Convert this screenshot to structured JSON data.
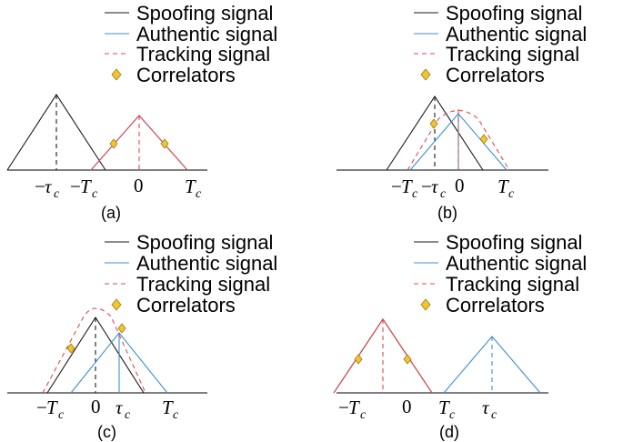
{
  "colors": {
    "spoofing": "#1a1a1a",
    "authentic": "#3b8fd4",
    "tracking": "#e0494d",
    "correlator_fill": "#f2c52e",
    "correlator_stroke": "#9a7a10",
    "axis": "#000000"
  },
  "legend": {
    "spoofing": "Spoofing signal",
    "authentic": "Authentic signal",
    "tracking": "Tracking signal",
    "correlators": "Correlators"
  },
  "panels": [
    {
      "id": "a",
      "caption": "(a)",
      "ticks": [
        {
          "minus": "−",
          "sym": "τ",
          "sub": "c"
        },
        {
          "minus": "−",
          "sym": "T",
          "sub": "c"
        },
        {
          "plain": "0"
        },
        {
          "sym": "T",
          "sub": "c"
        }
      ]
    },
    {
      "id": "b",
      "caption": "(b)",
      "ticks": [
        {
          "minus": "−",
          "sym": "T",
          "sub": "c"
        },
        {
          "minus": "−",
          "sym": "τ",
          "sub": "c"
        },
        {
          "plain": "0"
        },
        {
          "sym": "T",
          "sub": "c"
        }
      ]
    },
    {
      "id": "c",
      "caption": "(c)",
      "ticks": [
        {
          "minus": "−",
          "sym": "T",
          "sub": "c"
        },
        {
          "plain": "0"
        },
        {
          "sym": "τ",
          "sub": "c"
        },
        {
          "sym": "T",
          "sub": "c"
        }
      ]
    },
    {
      "id": "d",
      "caption": "(d)",
      "ticks": [
        {
          "minus": "−",
          "sym": "T",
          "sub": "c"
        },
        {
          "plain": "0"
        },
        {
          "sym": "T",
          "sub": "c"
        },
        {
          "sym": "τ",
          "sub": "c"
        }
      ]
    }
  ]
}
